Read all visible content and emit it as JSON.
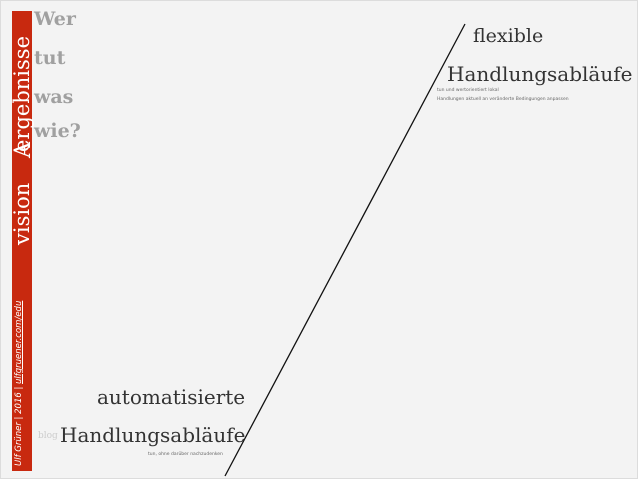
{
  "sidebar": {
    "title_a": "ergebnisse",
    "title_b": "A",
    "title_c": "vision",
    "credit": "Ulf Grüner | 2016 | ",
    "link": "ulfgruener.com/edu"
  },
  "questions": [
    "Wer",
    "tut",
    "was",
    "wie?"
  ],
  "top": {
    "line1": "flexible",
    "line2": "Handlungsabläufe",
    "note1": "tun und wertorientiert lokal",
    "note2": "Handlungen aktuell an veränderte Bedingungen anpassen"
  },
  "bottom": {
    "line1": "automatisierte",
    "prefix": "blog",
    "line2": "Handlungsabläufe",
    "note": "tun, ohne darüber nachzudenken"
  }
}
